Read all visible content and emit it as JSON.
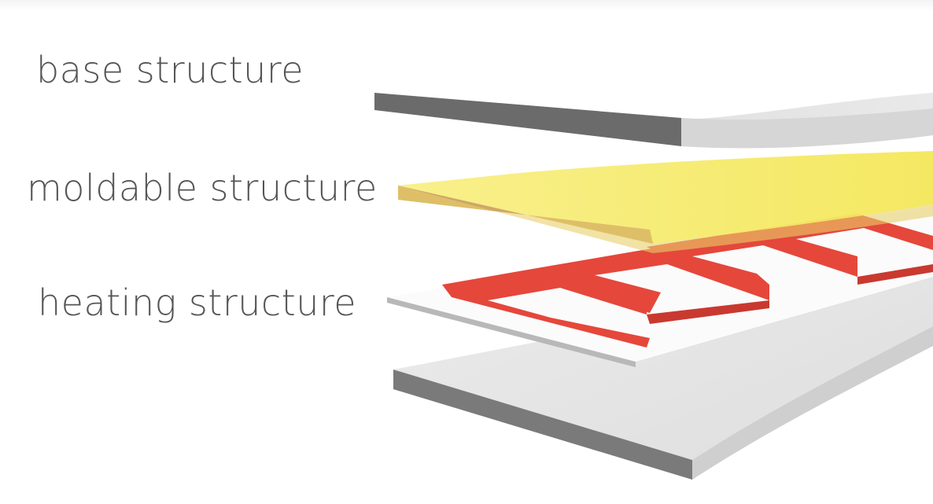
{
  "labels": {
    "base": "base structure",
    "moldable": "moldable structure",
    "heating": "heating structure"
  },
  "colors": {
    "background": "#ffffff",
    "label_text": "#555555",
    "base_layer_top": "#e2e2e2",
    "base_layer_edge": "#6b6b6b",
    "moldable_layer_top": "#f6ea6a",
    "moldable_layer_edge": "#c9a55c",
    "heating_trace": "#e5473b",
    "heating_trace_edge": "#b8322a",
    "substrate_top": "#e6e6e6",
    "substrate_edge": "#7a7a7a"
  }
}
